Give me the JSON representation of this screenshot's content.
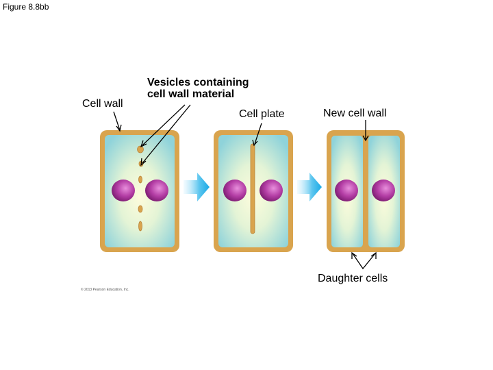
{
  "figure_title": "Figure 8.8bb",
  "labels": {
    "cell_wall": "Cell wall",
    "vesicles_line1": "Vesicles containing",
    "vesicles_line2": "cell wall material",
    "cell_plate": "Cell plate",
    "new_cell_wall": "New cell wall",
    "daughter_cells": "Daughter cells"
  },
  "copyright": "© 2013 Pearson Education, Inc.",
  "colors": {
    "wall": "#d9a44e",
    "wall_dark": "#b9853a",
    "cytoplasm_edge": "#8fd3da",
    "cytoplasm_center": "#fdfcdc",
    "nucleus_inner": "#d46fc8",
    "nucleus_outer": "#8b1f7d",
    "arrow": "#29b1e8"
  }
}
